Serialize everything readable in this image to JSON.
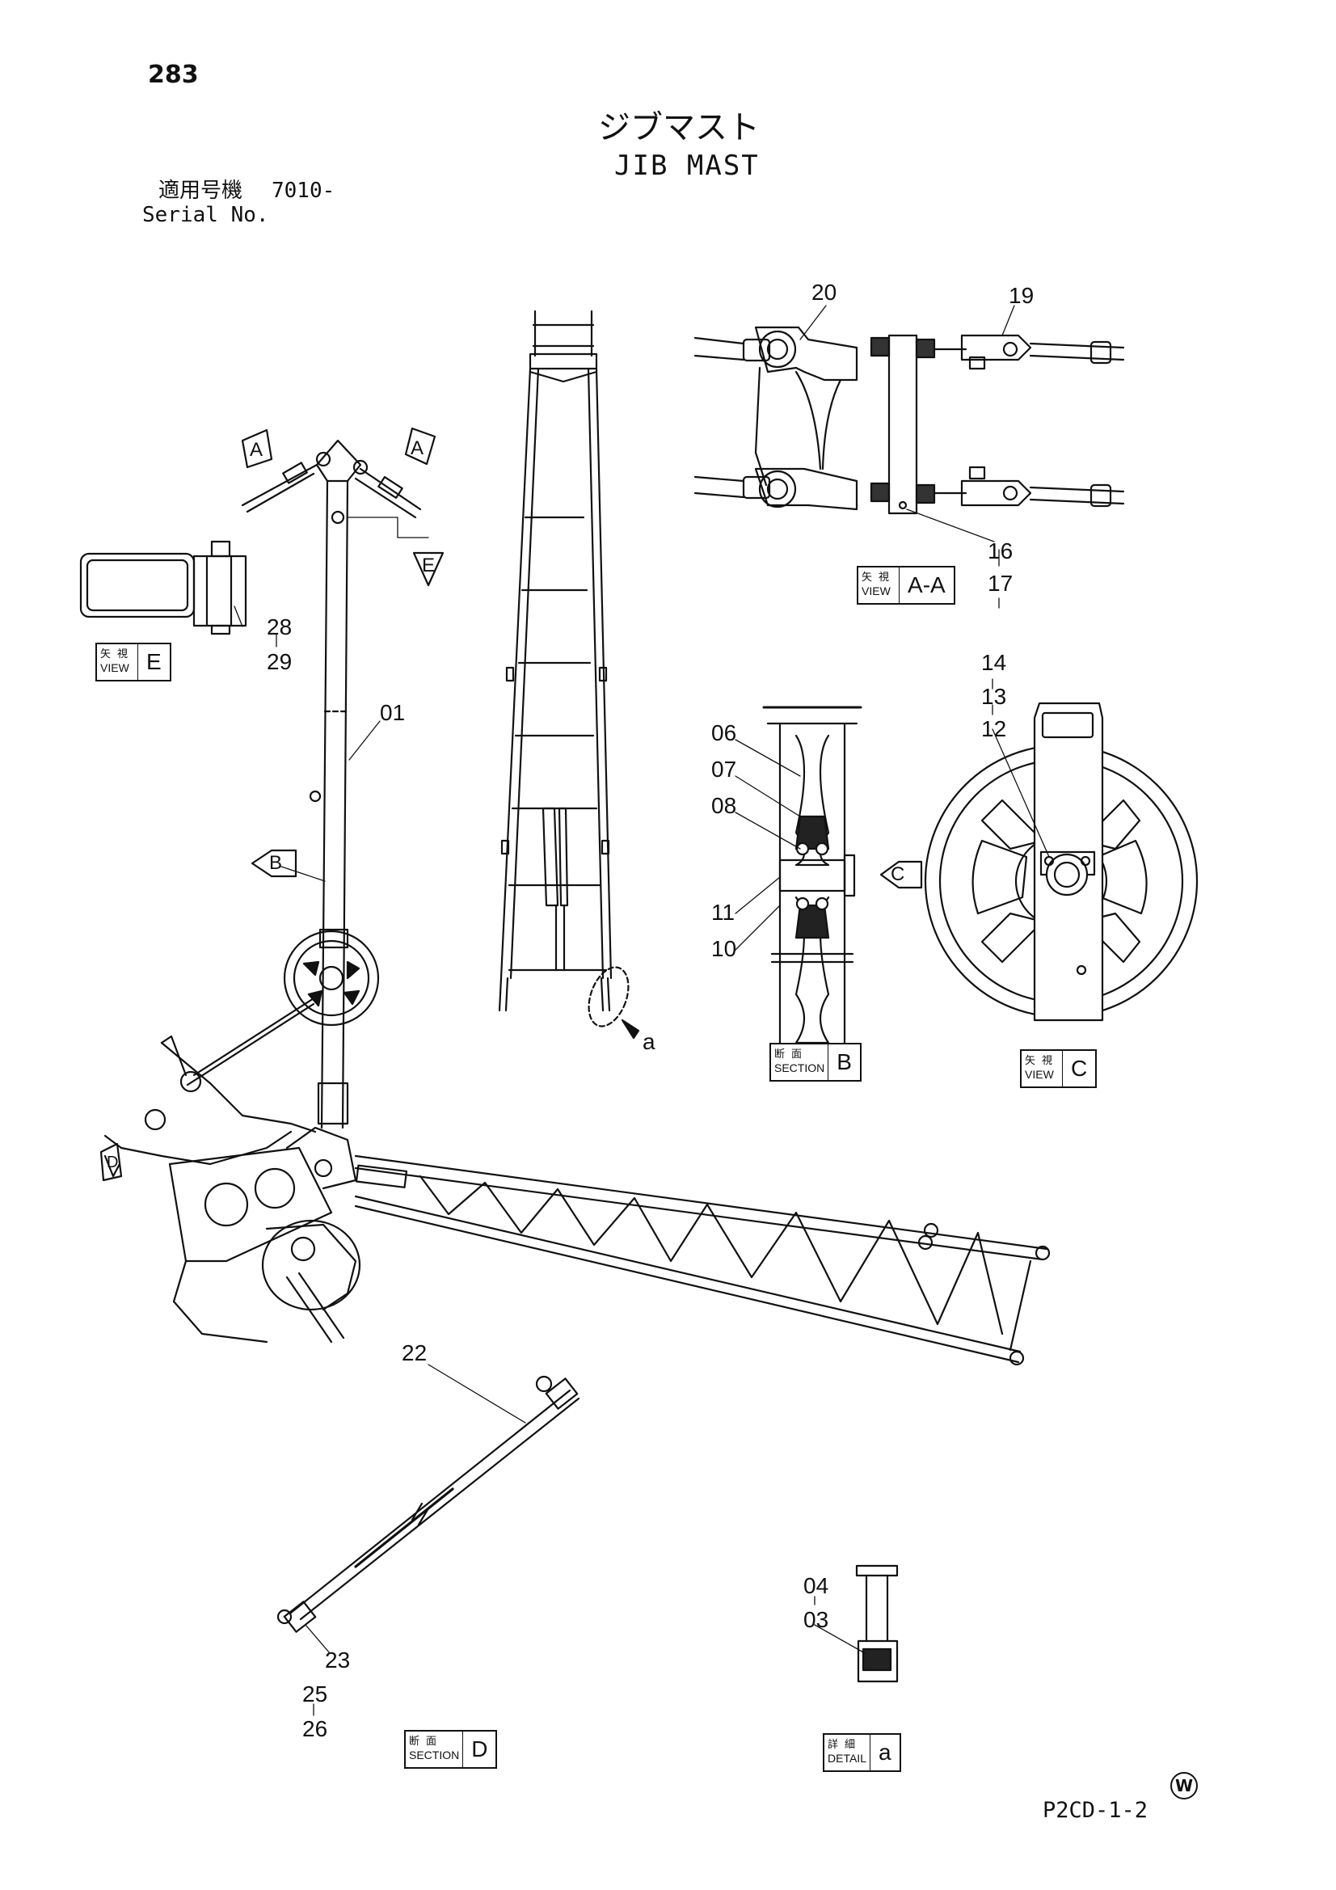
{
  "page_number": "283",
  "title_jp": "ジブマスト",
  "title_en": "JIB MAST",
  "serial": {
    "label_jp": "適用号機",
    "label_en": "Serial No.",
    "value": "7010-"
  },
  "drawing_code": "P2CD-1-2",
  "mark": "W",
  "callouts": [
    "01",
    "03",
    "04",
    "06",
    "07",
    "08",
    "10",
    "11",
    "12",
    "13",
    "14",
    "16",
    "17",
    "19",
    "20",
    "22",
    "23",
    "25",
    "26",
    "28",
    "29",
    "a"
  ],
  "view_arrows": [
    "A",
    "A",
    "B",
    "C",
    "D",
    "E"
  ],
  "view_labels": [
    {
      "kanji": "矢視",
      "kind": "VIEW",
      "letter": "A-A"
    },
    {
      "kanji": "矢視",
      "kind": "VIEW",
      "letter": "E"
    },
    {
      "kanji": "断面",
      "kind": "SECTION",
      "letter": "B"
    },
    {
      "kanji": "矢視",
      "kind": "VIEW",
      "letter": "C"
    },
    {
      "kanji": "断面",
      "kind": "SECTION",
      "letter": "D"
    },
    {
      "kanji": "詳細",
      "kind": "DETAIL",
      "letter": "a"
    }
  ]
}
